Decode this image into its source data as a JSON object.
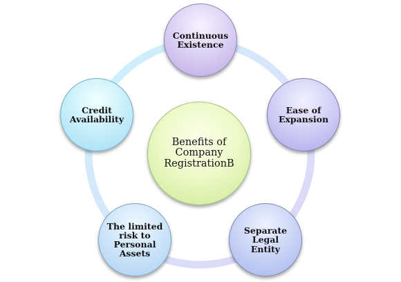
{
  "diagram": {
    "center": {
      "label": "Benefits of\nCompany\nRegistrationB"
    },
    "nodes": [
      {
        "id": "continuous-existence",
        "label": "Continuous\nExistence",
        "color": "#c9b8ea"
      },
      {
        "id": "ease-of-expansion",
        "label": "Ease of\nExpansion",
        "color": "#bdb7ee"
      },
      {
        "id": "separate-legal-entity",
        "label": "Separate\nLegal\nEntity",
        "color": "#b8c4f1"
      },
      {
        "id": "limited-risk",
        "label": "The limited\nrisk to\nPersonal\nAssets",
        "color": "#b8d6f4"
      },
      {
        "id": "credit-availability",
        "label": "Credit\nAvailability",
        "color": "#aee3f6"
      }
    ],
    "colors": {
      "center_fill": "#d8efa7",
      "ring_start": "#c8f2fb",
      "ring_end": "#ded4f6"
    }
  }
}
